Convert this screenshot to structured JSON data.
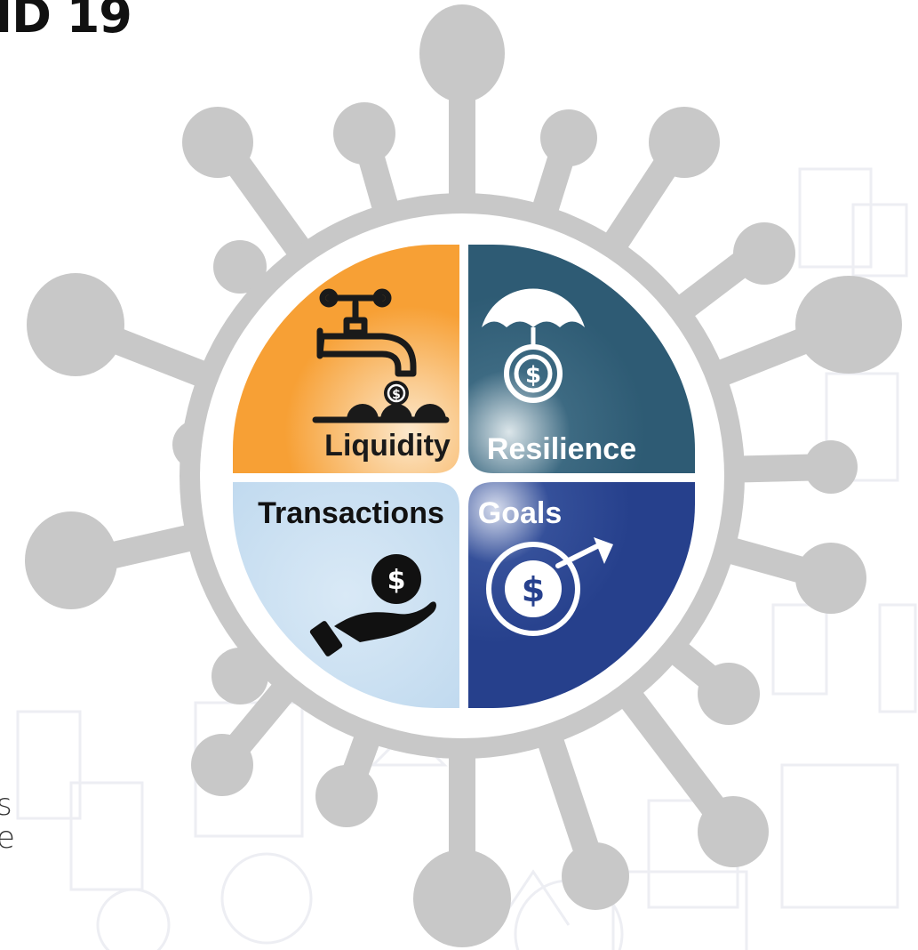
{
  "title_fragment": "ID 19",
  "left_cut_text": [
    "s",
    "e"
  ],
  "quadrants": [
    {
      "id": "liquidity",
      "label": "Liquidity",
      "icon": "faucet-coins-icon",
      "color": "#F7A035"
    },
    {
      "id": "resilience",
      "label": "Resilience",
      "icon": "umbrella-dollar-icon",
      "color": "#2F5E78"
    },
    {
      "id": "transactions",
      "label": "Transactions",
      "icon": "hand-dollar-icon",
      "color": "#C6DDF0"
    },
    {
      "id": "goals",
      "label": "Goals",
      "icon": "dollar-target-icon",
      "color": "#27418E"
    }
  ],
  "virus_color": "#C8C8C8"
}
